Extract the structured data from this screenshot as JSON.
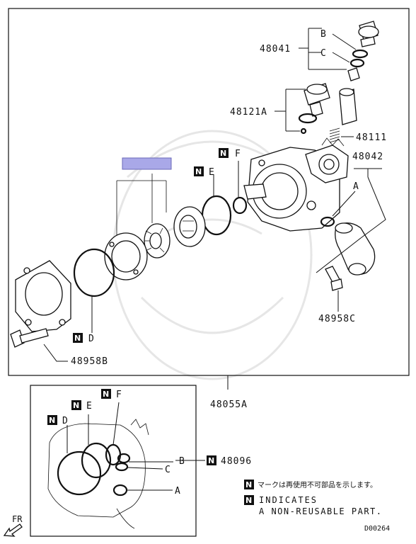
{
  "labels": {
    "p48041": "48041",
    "p48121a": "48121A",
    "p48111": "48111",
    "p48042": "48042",
    "p48958c": "48958C",
    "p48958b": "48958B",
    "p48055a": "48055A",
    "p48096": "48096",
    "b": "B",
    "c": "C",
    "a": "A",
    "d": "D",
    "e": "E",
    "f": "F"
  },
  "badge_letter": "N",
  "notes": {
    "japanese": "マークは再使用不可部品を示します。",
    "line1": "INDICATES",
    "line2": "A NON-REUSABLE PART."
  },
  "fr_label": "FR",
  "diagram_code": "D00264",
  "highlight_color": "#a9a8e8"
}
